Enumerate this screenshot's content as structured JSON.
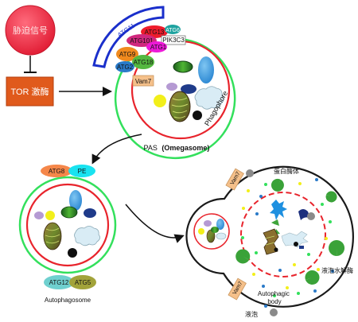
{
  "signal": {
    "label": "胁迫信号"
  },
  "tor": {
    "label": "TOR 激酶"
  },
  "pas": {
    "caption_prefix": "PAS",
    "caption_paren": "(Omegasome)",
    "membrane_label": "Phagophore",
    "proteins": {
      "atg11": "ATG11",
      "atg13": "ATG13",
      "atg6": "ATG6",
      "atg101": "ATG101",
      "pik3c3": "PIK3C3",
      "atg1": "ATG1",
      "atg9": "ATG9",
      "atg18": "ATG18",
      "atg2": "ATG2",
      "vam7": "Vam7"
    }
  },
  "autophagosome": {
    "label": "Autophagosome",
    "atg8": "ATG8",
    "pe": "PE",
    "atg12": "ATG12",
    "atg5": "ATG5"
  },
  "vacuole": {
    "label": "液泡",
    "protease_label": "蛋白酶体",
    "hydrolase_label": "液泡水解酶",
    "body_label": "Autophagic body",
    "vam7_top": "Vam7",
    "vam7_bottom": "Vam7"
  },
  "colors": {
    "signal_fill": "#ef2b43",
    "tor_fill": "#e05a1c",
    "membrane_red": "#e8242c",
    "membrane_green": "#33e05c",
    "atg11_blue": "#1a2fcb",
    "atg13_red": "#ee1c2c",
    "atg6_teal": "#1fa3a0",
    "atg101_pink": "#d0287e",
    "atg1_magenta": "#ec1ad7",
    "atg9_orange": "#f08a1e",
    "atg18_green": "#54b840",
    "atg2_blue": "#2a7ac8",
    "vam7_peach": "#f5c08a",
    "atg8_orange": "#f5874a",
    "pe_cyan": "#19e3f0",
    "atg12_teal": "#6fd0cf",
    "atg5_olive": "#a2a33a"
  }
}
